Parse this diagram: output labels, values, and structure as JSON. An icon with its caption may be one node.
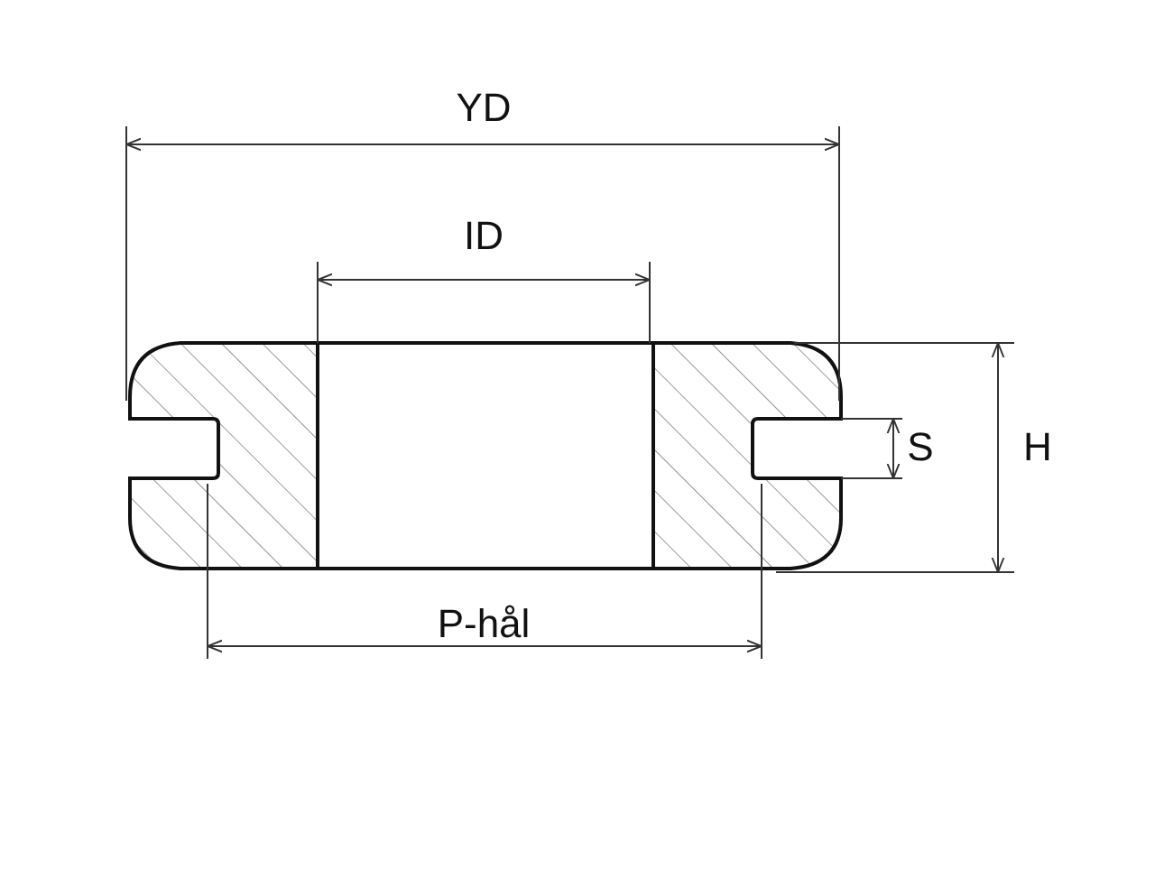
{
  "diagram": {
    "labels": [
      "YD",
      "ID",
      "S",
      "H",
      "P-hål"
    ]
  }
}
